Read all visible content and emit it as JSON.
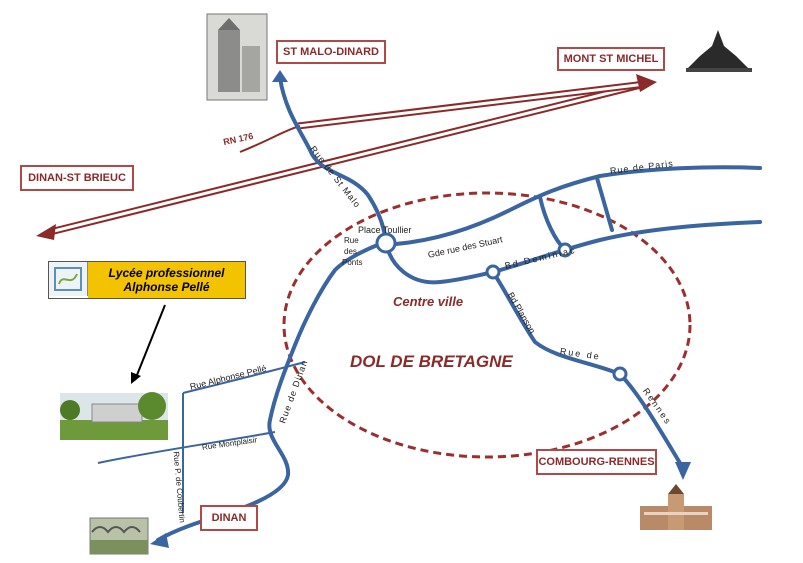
{
  "map": {
    "town": "DOL DE BRETAGNE",
    "centre": "Centre ville",
    "route_rn": "RN 176"
  },
  "destinations": {
    "st_malo": "ST MALO-DINARD",
    "mont_st_michel": "MONT ST MICHEL",
    "dinan_st_brieuc": "DINAN-ST BRIEUC",
    "combourg_rennes": "COMBOURG-RENNES",
    "dinan": "DINAN"
  },
  "streets": {
    "rue_st_malo": "Rue de St Malo",
    "place_toullier": "Place Toullier",
    "gde_rue": "Gde rue des Stuart",
    "bd_deminiac": "Bd  Deminiac",
    "rue_paris": "Rue de Paris",
    "bd_planson": "Bd Planson",
    "rue_rennes_1": "Rue de",
    "rue_rennes_2": "Rennes",
    "rue_dinan": "Rue de Dinan",
    "rue_ponts_1": "Rue",
    "rue_ponts_2": "des",
    "rue_ponts_3": "Ponts",
    "rue_alphonse": "Rue Alphonse Pellé",
    "rue_montplaisir": "Rue Montplaisir",
    "rue_coubertin": "Rue P. de Coubertin"
  },
  "school": {
    "line1": "Lycée professionnel",
    "line2": "Alphonse  Pellé"
  },
  "colors": {
    "road": "#3a65a0",
    "rn": "#8a2b2a",
    "ellipse": "#9b2f2d",
    "box_border": "#b04a48",
    "school_bg": "#f3c300"
  }
}
